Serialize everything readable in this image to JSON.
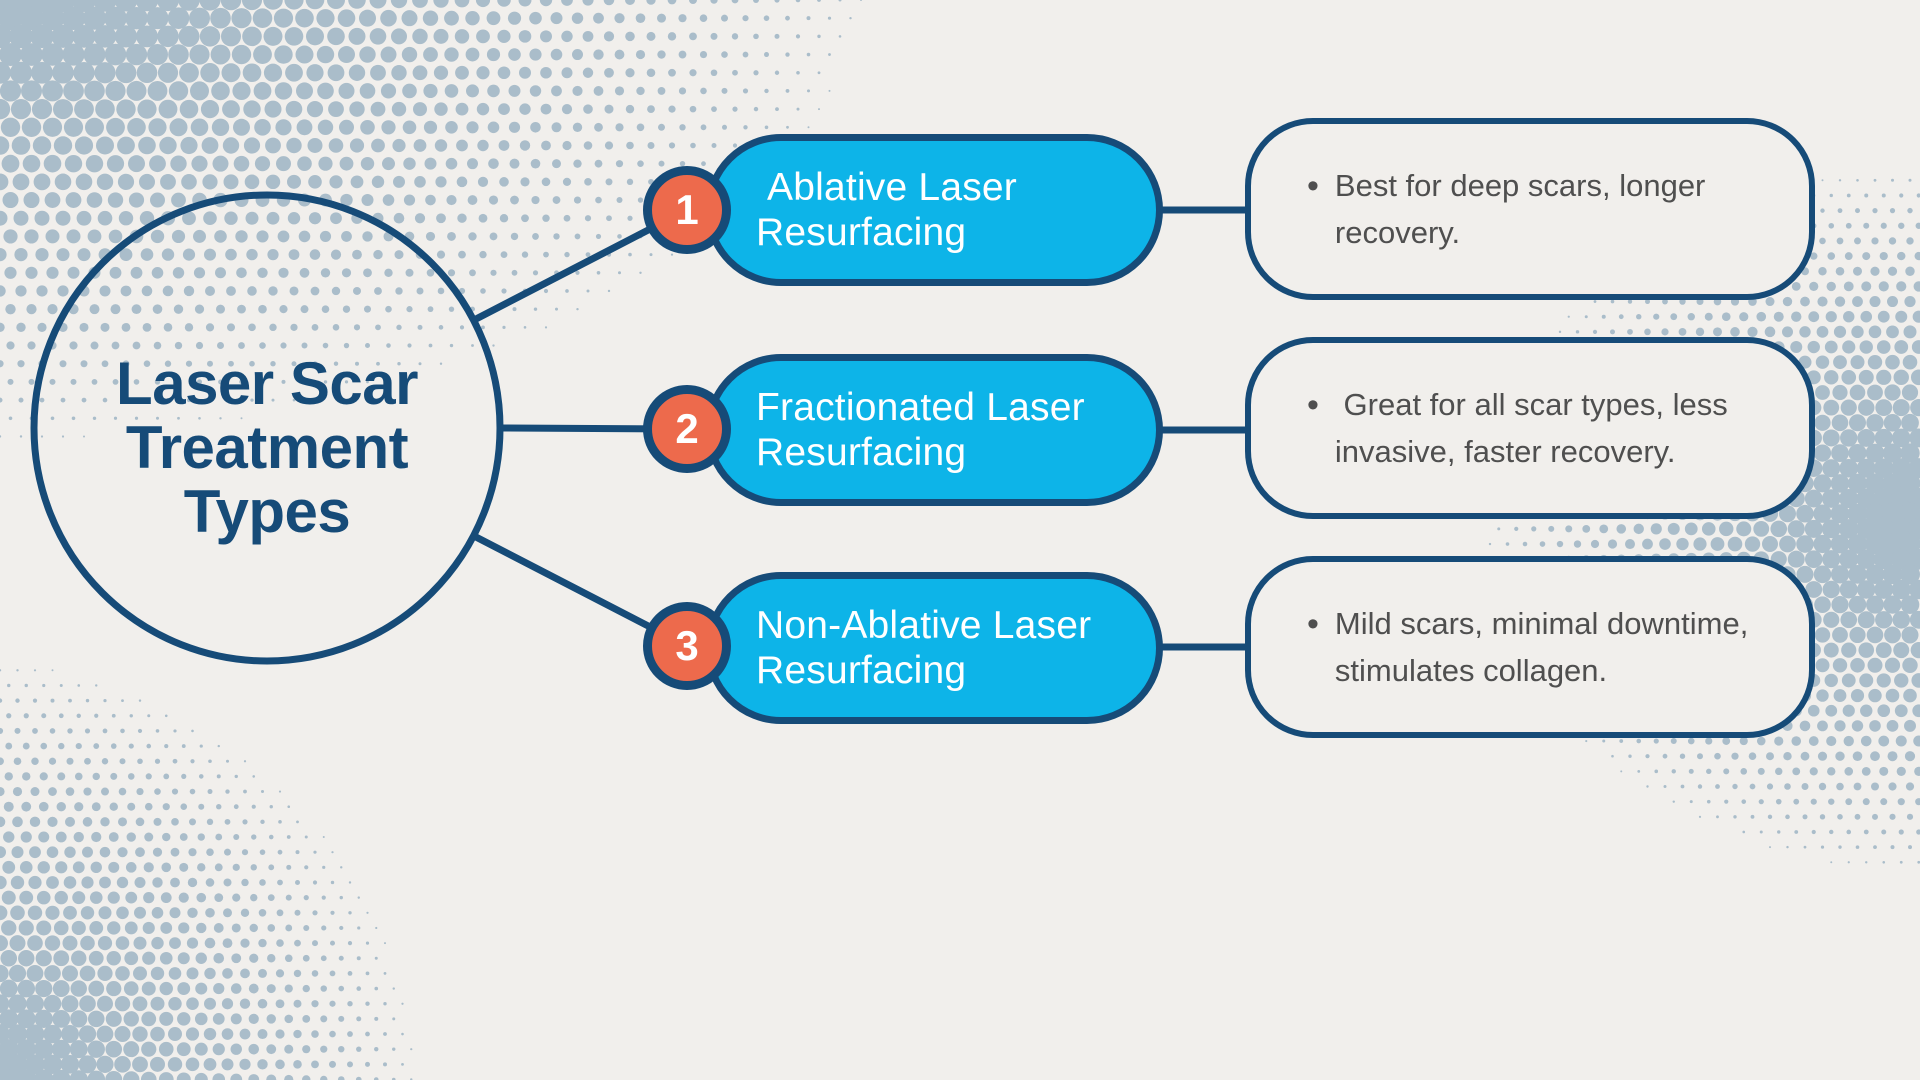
{
  "title": "Laser Scar\nTreatment\nTypes",
  "bullet_glyph": "•",
  "items": [
    {
      "number": "1",
      "pill_line1": " Ablative Laser",
      "pill_line2": "Resurfacing",
      "desc_line1": "Best for deep scars, longer",
      "desc_line2": "recovery."
    },
    {
      "number": "2",
      "pill_line1": "Fractionated Laser",
      "pill_line2": "Resurfacing",
      "desc_line1": " Great for all scar types, less",
      "desc_line2": "invasive, faster recovery."
    },
    {
      "number": "3",
      "pill_line1": "Non-Ablative Laser",
      "pill_line2": "Resurfacing",
      "desc_line1": "Mild scars, minimal downtime,",
      "desc_line2": "stimulates collagen."
    }
  ],
  "palette": {
    "navy": "#164b78",
    "cyan": "#0db4e8",
    "orange": "#ed6a4c",
    "background": "#f1efec",
    "dot": "#aabdca",
    "text_gray": "#4f4f4f",
    "white": "#ffffff"
  }
}
